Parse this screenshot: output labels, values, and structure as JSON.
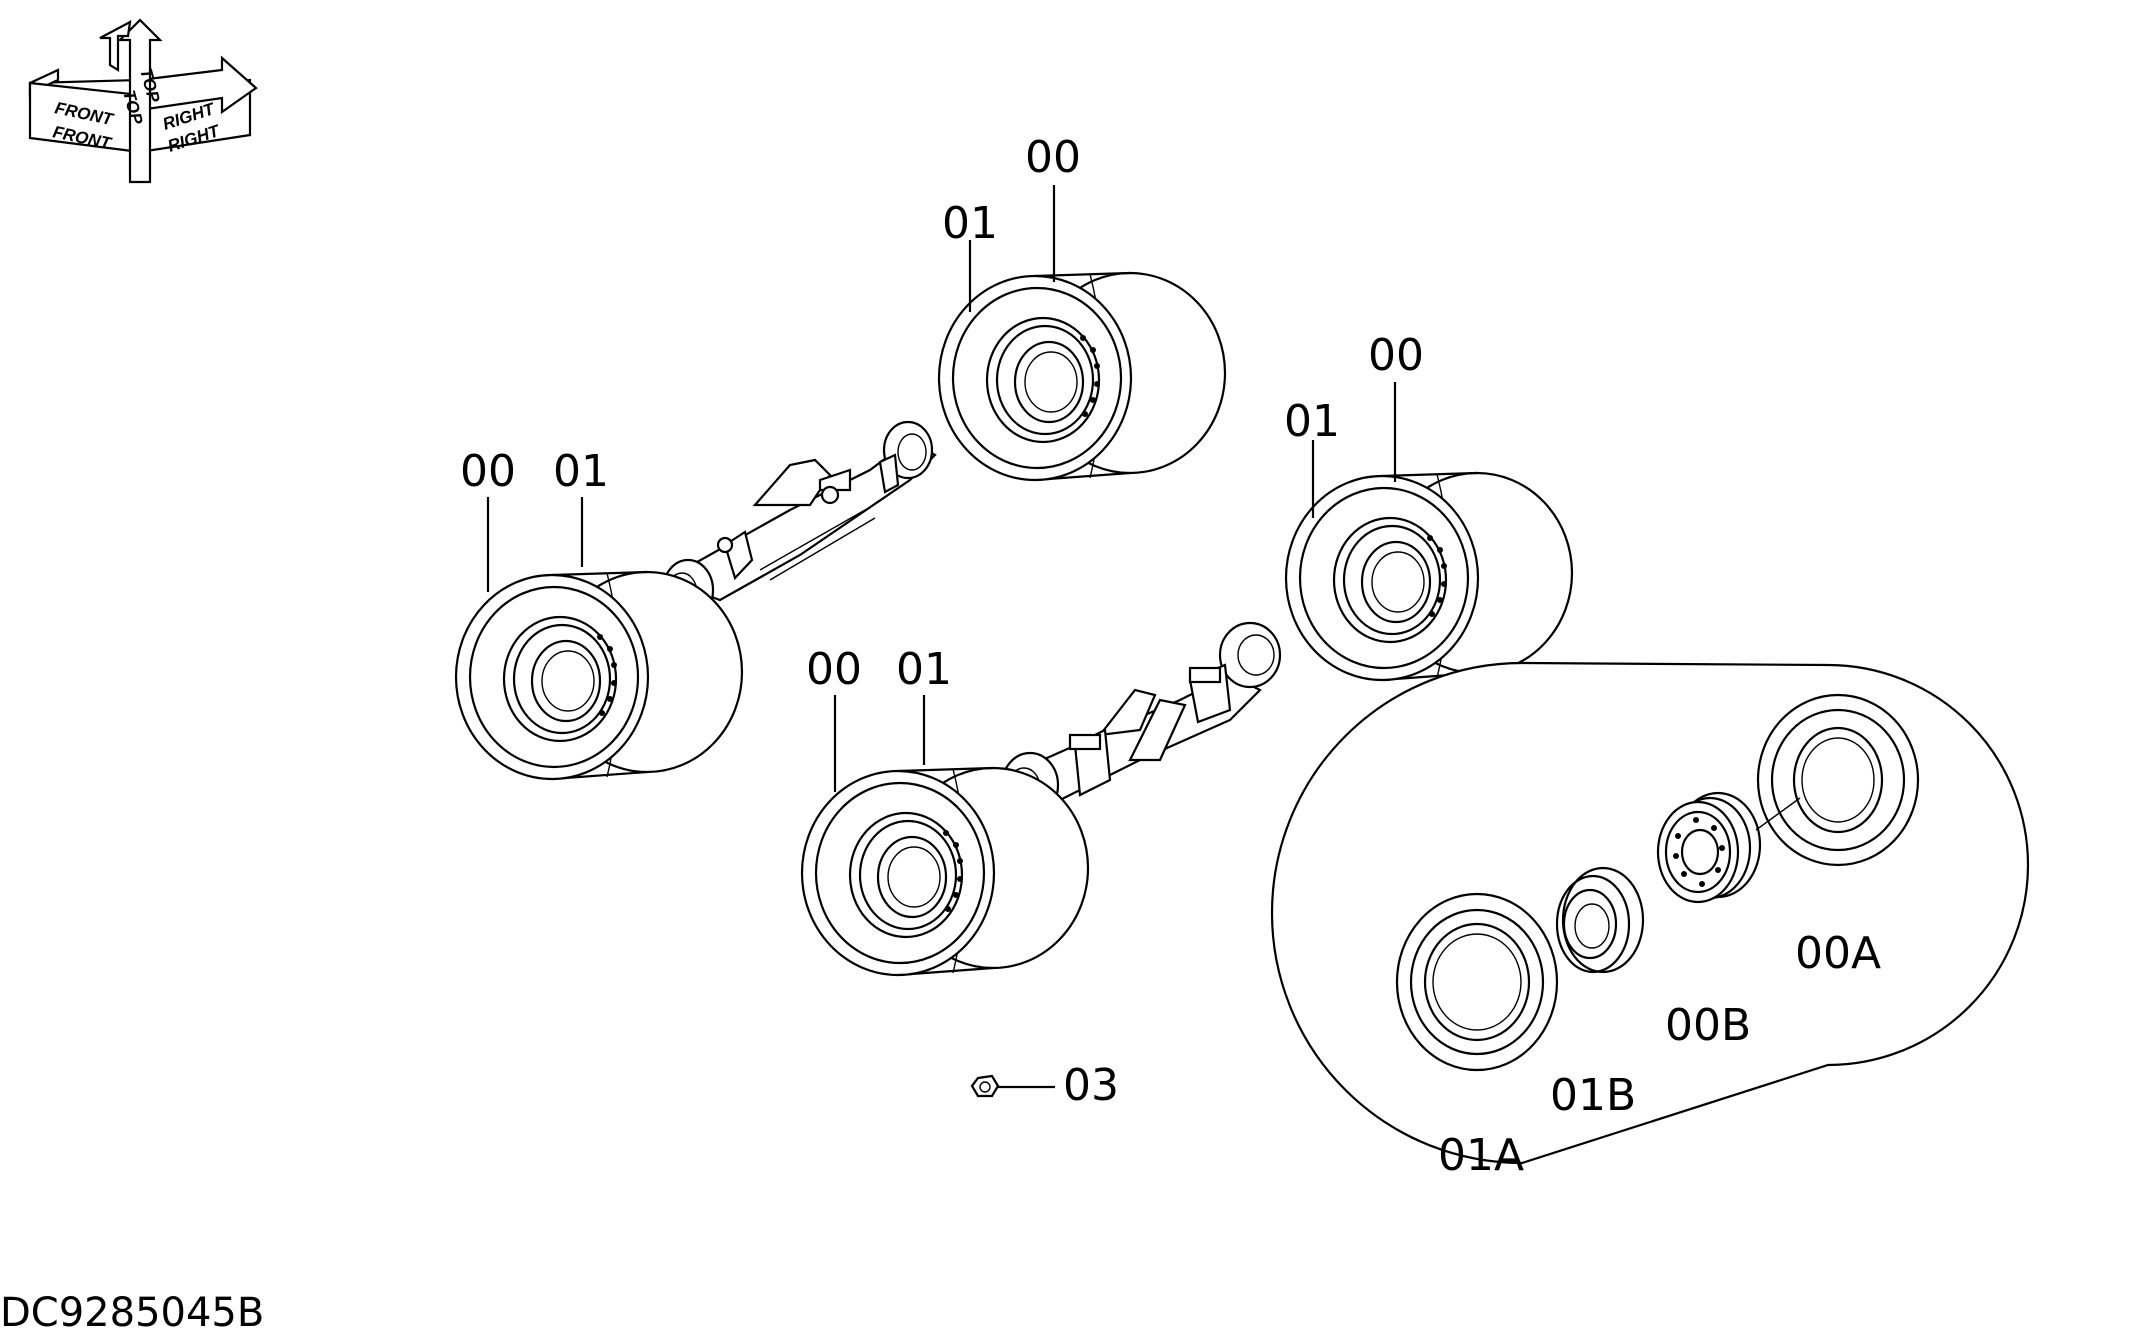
{
  "drawing_code": "DC9285045B",
  "orientation": {
    "top_label": "TOP",
    "front_label": "FRONT",
    "right_label": "RIGHT"
  },
  "callouts": {
    "rear_left_00": "00",
    "rear_left_01": "01",
    "rear_right_01": "01",
    "rear_right_00": "00",
    "front_left_00": "00",
    "front_left_01": "01",
    "front_right_01": "01",
    "front_right_00": "00",
    "nut_03": "03",
    "detail_00A": "00A",
    "detail_00B": "00B",
    "detail_01B": "01B",
    "detail_01A": "01A"
  }
}
